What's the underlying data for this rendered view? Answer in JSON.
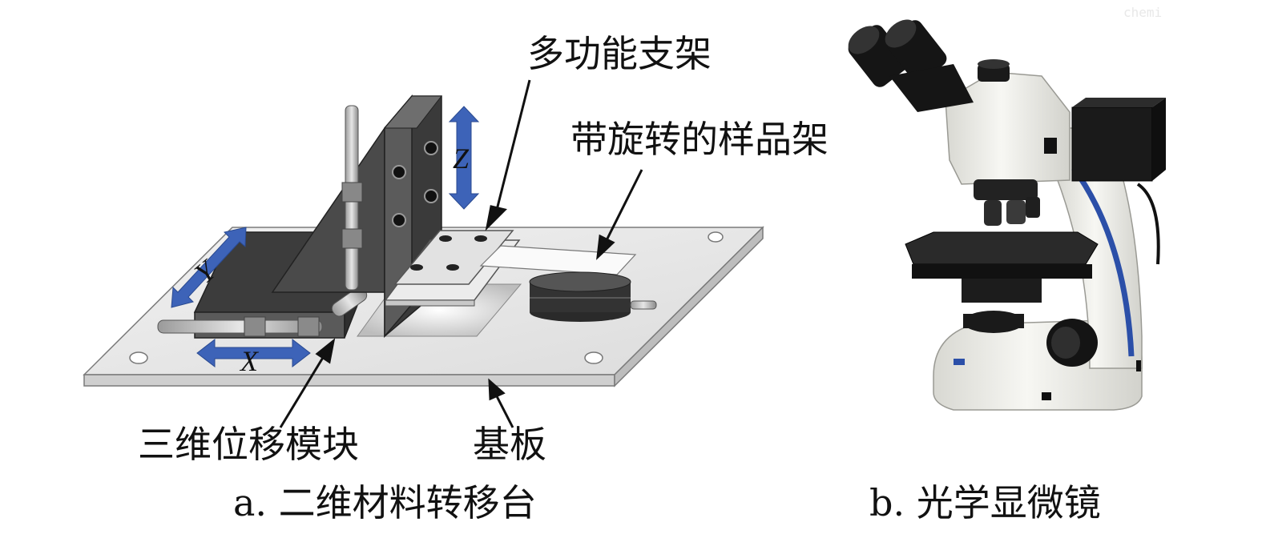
{
  "panel_a": {
    "labels": {
      "multifunction_bracket": "多功能支架",
      "rotating_sample_holder": "带旋转的样品架",
      "xyz_stage": "三维位移模块",
      "base_plate": "基板"
    },
    "axes": {
      "x": "X",
      "y": "Y",
      "z": "Z"
    },
    "caption": "a. 二维材料转移台"
  },
  "panel_b": {
    "caption": "b. 光学显微镜",
    "watermark": "chemi"
  },
  "colors": {
    "arrow_blue": "#3d63b8",
    "plate": "#e6e6e6",
    "dark_metal": "#4a4a4a",
    "microscope_body": "#f2f2ee",
    "microscope_black": "#1a1a1a",
    "accent_blue": "#2b4fa8"
  }
}
